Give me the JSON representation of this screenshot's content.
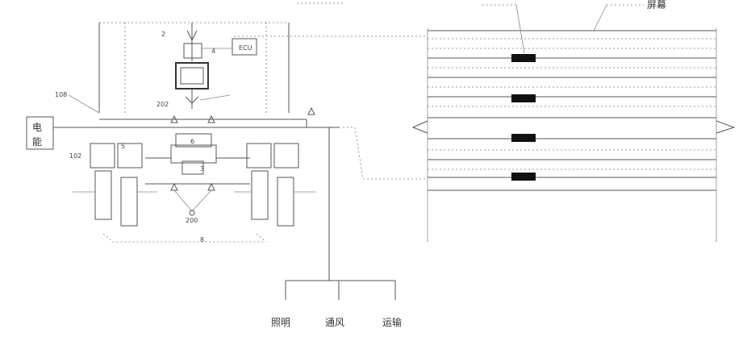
{
  "labels": {
    "top_right": "屏幕",
    "power_line1": "电",
    "power_line2": "能",
    "load_lighting": "照明",
    "load_ventilation": "通风",
    "load_transport": "运输",
    "ref_108": "108",
    "ref_2": "2",
    "ref_4": "4",
    "ref_6": "6",
    "ref_3": "3",
    "ref_202": "202",
    "ref_102": "102",
    "ref_5": "5",
    "ref_8": "8",
    "ref_200": "200"
  },
  "colors": {
    "line": "#555555",
    "block": "#111111"
  }
}
